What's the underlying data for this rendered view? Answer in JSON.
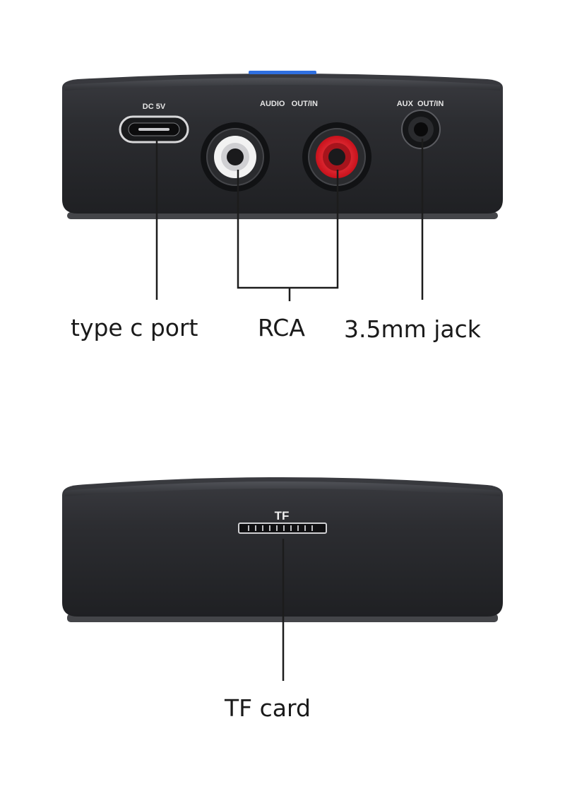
{
  "device_top": {
    "port_labels": {
      "dc": "DC 5V",
      "audio": "AUDIO   OUT/IN",
      "aux": "AUX  OUT/IN"
    }
  },
  "device_bottom": {
    "slot_label": "TF"
  },
  "callouts": {
    "type_c": "type c port",
    "rca": "RCA",
    "jack": "3.5mm jack",
    "tf_card": "TF card"
  },
  "colors": {
    "device_body": "#2b2c30",
    "rca_left": "#f2f2f2",
    "rca_right": "#e0202a",
    "status_led": "#2f6fe0"
  },
  "icons": [
    "usb-c-port",
    "rca-jack-white",
    "rca-jack-red",
    "aux-jack",
    "tf-card-slot"
  ]
}
